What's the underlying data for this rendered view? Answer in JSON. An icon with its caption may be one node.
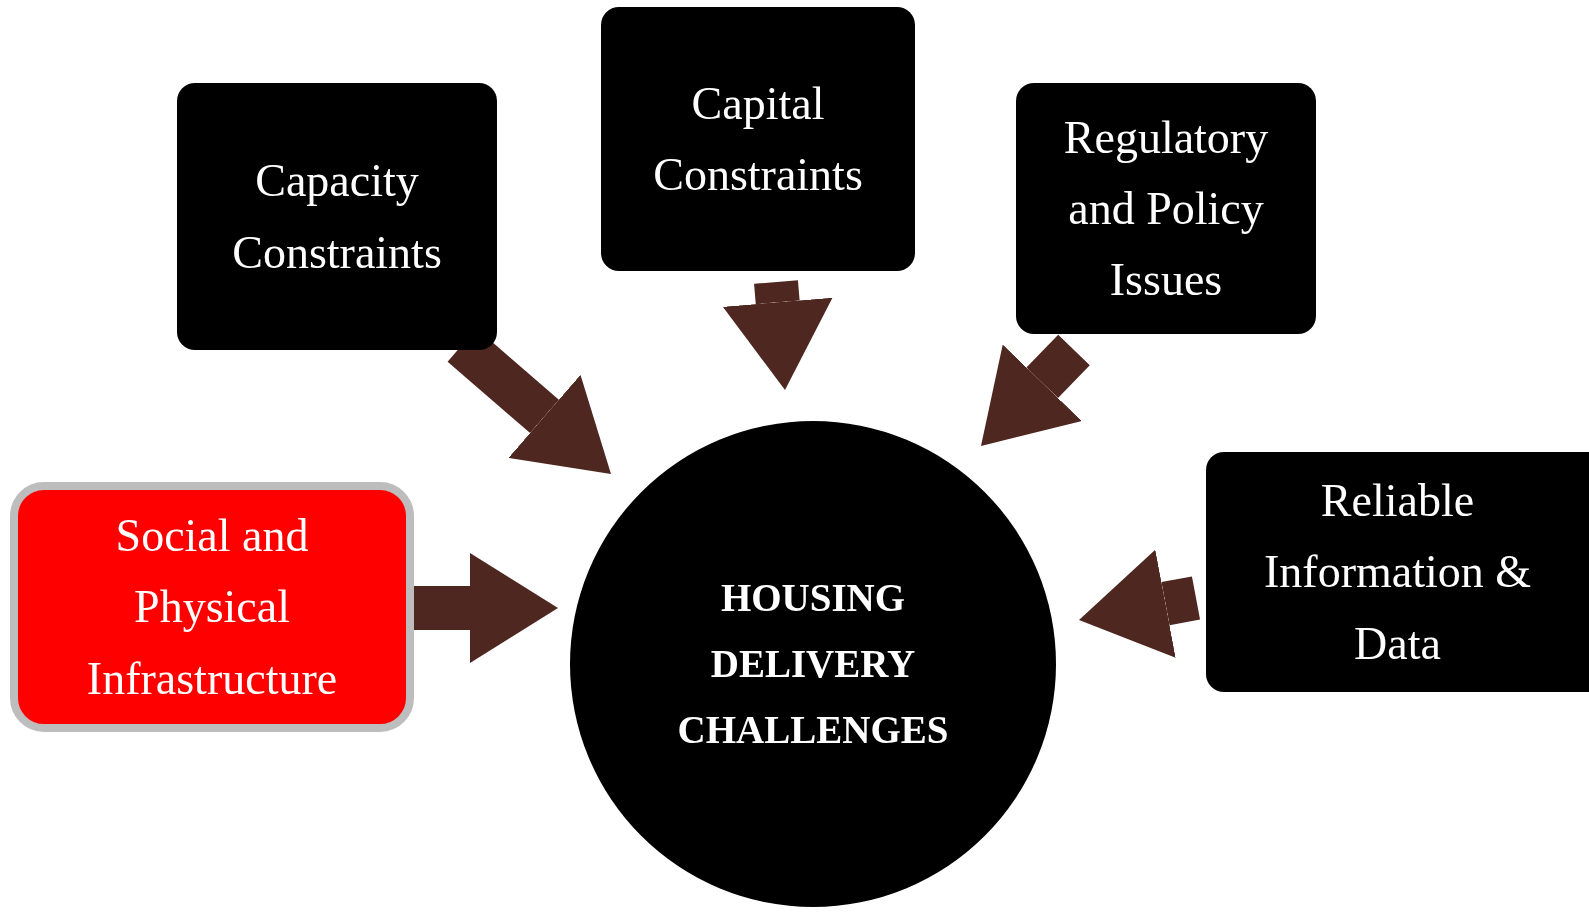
{
  "diagram": {
    "nodes": [
      {
        "text": [
          "Capacity Constraints"
        ]
      },
      {
        "text": [
          "Capital Constraints"
        ]
      },
      {
        "text": [
          "Regulatory and Policy Issues"
        ]
      },
      {
        "text": [
          "Social and Physical Infrastructure"
        ]
      },
      {
        "text": [
          "Reliable Information & Data"
        ]
      },
      {
        "text": [
          "HOUSING DELIVERY CHALLENGES"
        ]
      }
    ],
    "edges": [
      {
        "from": 0,
        "to": 5,
        "arrow": "to"
      },
      {
        "from": 1,
        "to": 5,
        "arrow": "to"
      },
      {
        "from": 2,
        "to": 5,
        "arrow": "to"
      },
      {
        "from": 3,
        "to": 5,
        "arrow": "to"
      },
      {
        "from": 4,
        "to": 5,
        "arrow": "to"
      }
    ]
  }
}
